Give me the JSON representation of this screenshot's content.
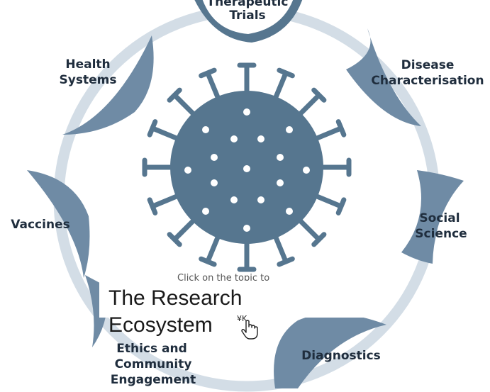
{
  "diagram": {
    "caption": "The Research Ecosystem",
    "hint": "Click on the topic to",
    "cursor_keys": "¥K",
    "icons": [
      "virus-icon",
      "hand-pointer-icon"
    ],
    "colors": {
      "petal": "#6f8ba5",
      "ring": "#d3dde6",
      "virus": "#56768f",
      "label": "#1f2d3d"
    },
    "topics": {
      "therapeutic_1": "Therapeutic",
      "therapeutic_2": "Trials",
      "disease_1": "Disease",
      "disease_2": "Characterisation",
      "social_1": "Social",
      "social_2": "Science",
      "diagnostics_1": "Diagnostics",
      "ethics_1": "Ethics and",
      "ethics_2": "Community",
      "ethics_3": "Engagement",
      "vaccines_1": "Vaccines",
      "health_1": "Health",
      "health_2": "Systems"
    }
  }
}
